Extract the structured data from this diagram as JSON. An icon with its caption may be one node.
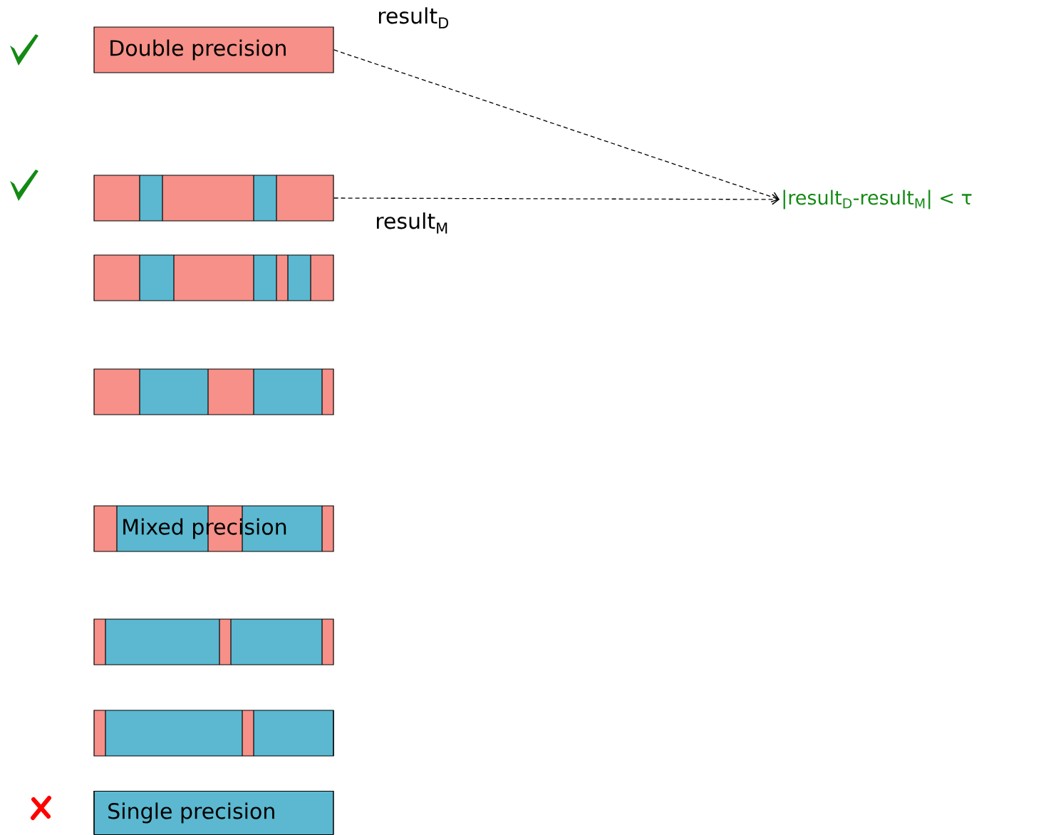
{
  "diagram": {
    "nodes": [
      {
        "text": [
          "Double precision"
        ]
      },
      {
        "text": [],
        "shape": "bar"
      },
      {
        "text": [],
        "shape": "bar"
      },
      {
        "text": [],
        "shape": "bar"
      },
      {
        "text": [
          "Mixed precision"
        ]
      },
      {
        "text": [],
        "shape": "bar"
      },
      {
        "text": [],
        "shape": "bar"
      },
      {
        "text": [
          "Single precision"
        ]
      },
      {
        "text": [
          "|result$_{D}$-result$_{M}$| < τ"
        ]
      }
    ],
    "edges": [
      {
        "from": 0,
        "to": 8,
        "arrow": "to",
        "style": "dashed",
        "label": "result$_{D}$"
      },
      {
        "from": 1,
        "to": 8,
        "arrow": "to",
        "style": "dashed",
        "label": "result$_{M}$"
      }
    ]
  }
}
